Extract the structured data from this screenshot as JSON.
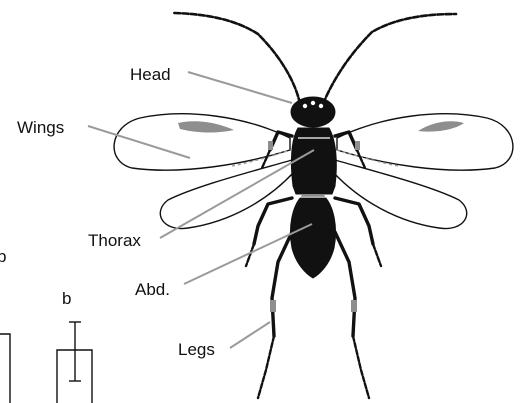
{
  "labels": {
    "head": "Head",
    "wings": "Wings",
    "thorax": "Thorax",
    "abdomen": "Abd.",
    "legs": "Legs"
  },
  "panels": {
    "partial_left": "b",
    "right": "b"
  },
  "colors": {
    "body": "#111111",
    "leader": "#9a9a9a",
    "wing_spot": "#8e8e8e"
  }
}
